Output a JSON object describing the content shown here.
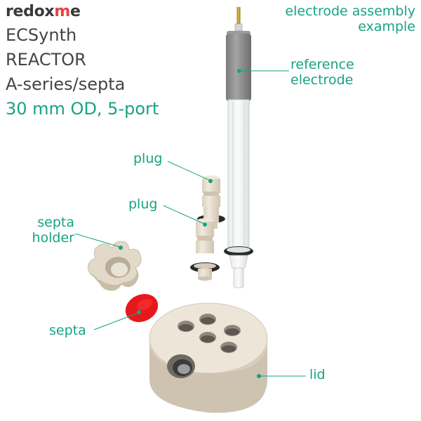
{
  "logo": {
    "pre": "redox",
    "x": "m",
    "post": "e"
  },
  "heading": {
    "line1": "ECSynth",
    "line2": "REACTOR",
    "line3": "A-series/septa",
    "line4": "30 mm OD, 5-port"
  },
  "corner_note": {
    "line1": "electrode assembly",
    "line2": "example"
  },
  "labels": {
    "ref_line1": "reference",
    "ref_line2": "electrode",
    "plug1": "plug",
    "plug2": "plug",
    "holder_line1": "septa",
    "holder_line2": "holder",
    "septa": "septa",
    "lid": "lid"
  },
  "colors": {
    "accent": "#17a383",
    "body_text": "#444444",
    "part_beige": "#e4dccd",
    "septa_red": "#e8171b",
    "electrode_gray": "#8a8a8a"
  }
}
